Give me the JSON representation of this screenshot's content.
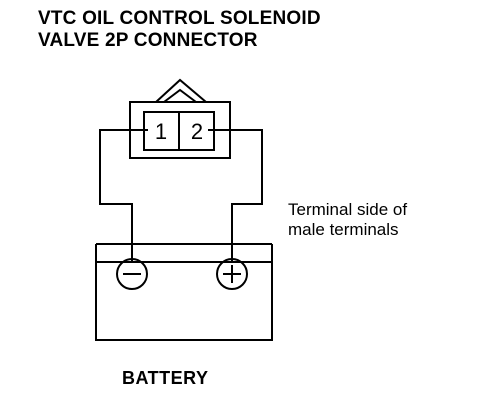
{
  "title": {
    "line1": "VTC OIL CONTROL SOLENOID",
    "line2": "VALVE 2P CONNECTOR"
  },
  "connector": {
    "pin1": "1",
    "pin2": "2"
  },
  "note": {
    "line1": "Terminal side of",
    "line2": "male terminals"
  },
  "battery": {
    "label": "BATTERY",
    "negative_symbol": "minus-icon",
    "positive_symbol": "plus-icon"
  }
}
